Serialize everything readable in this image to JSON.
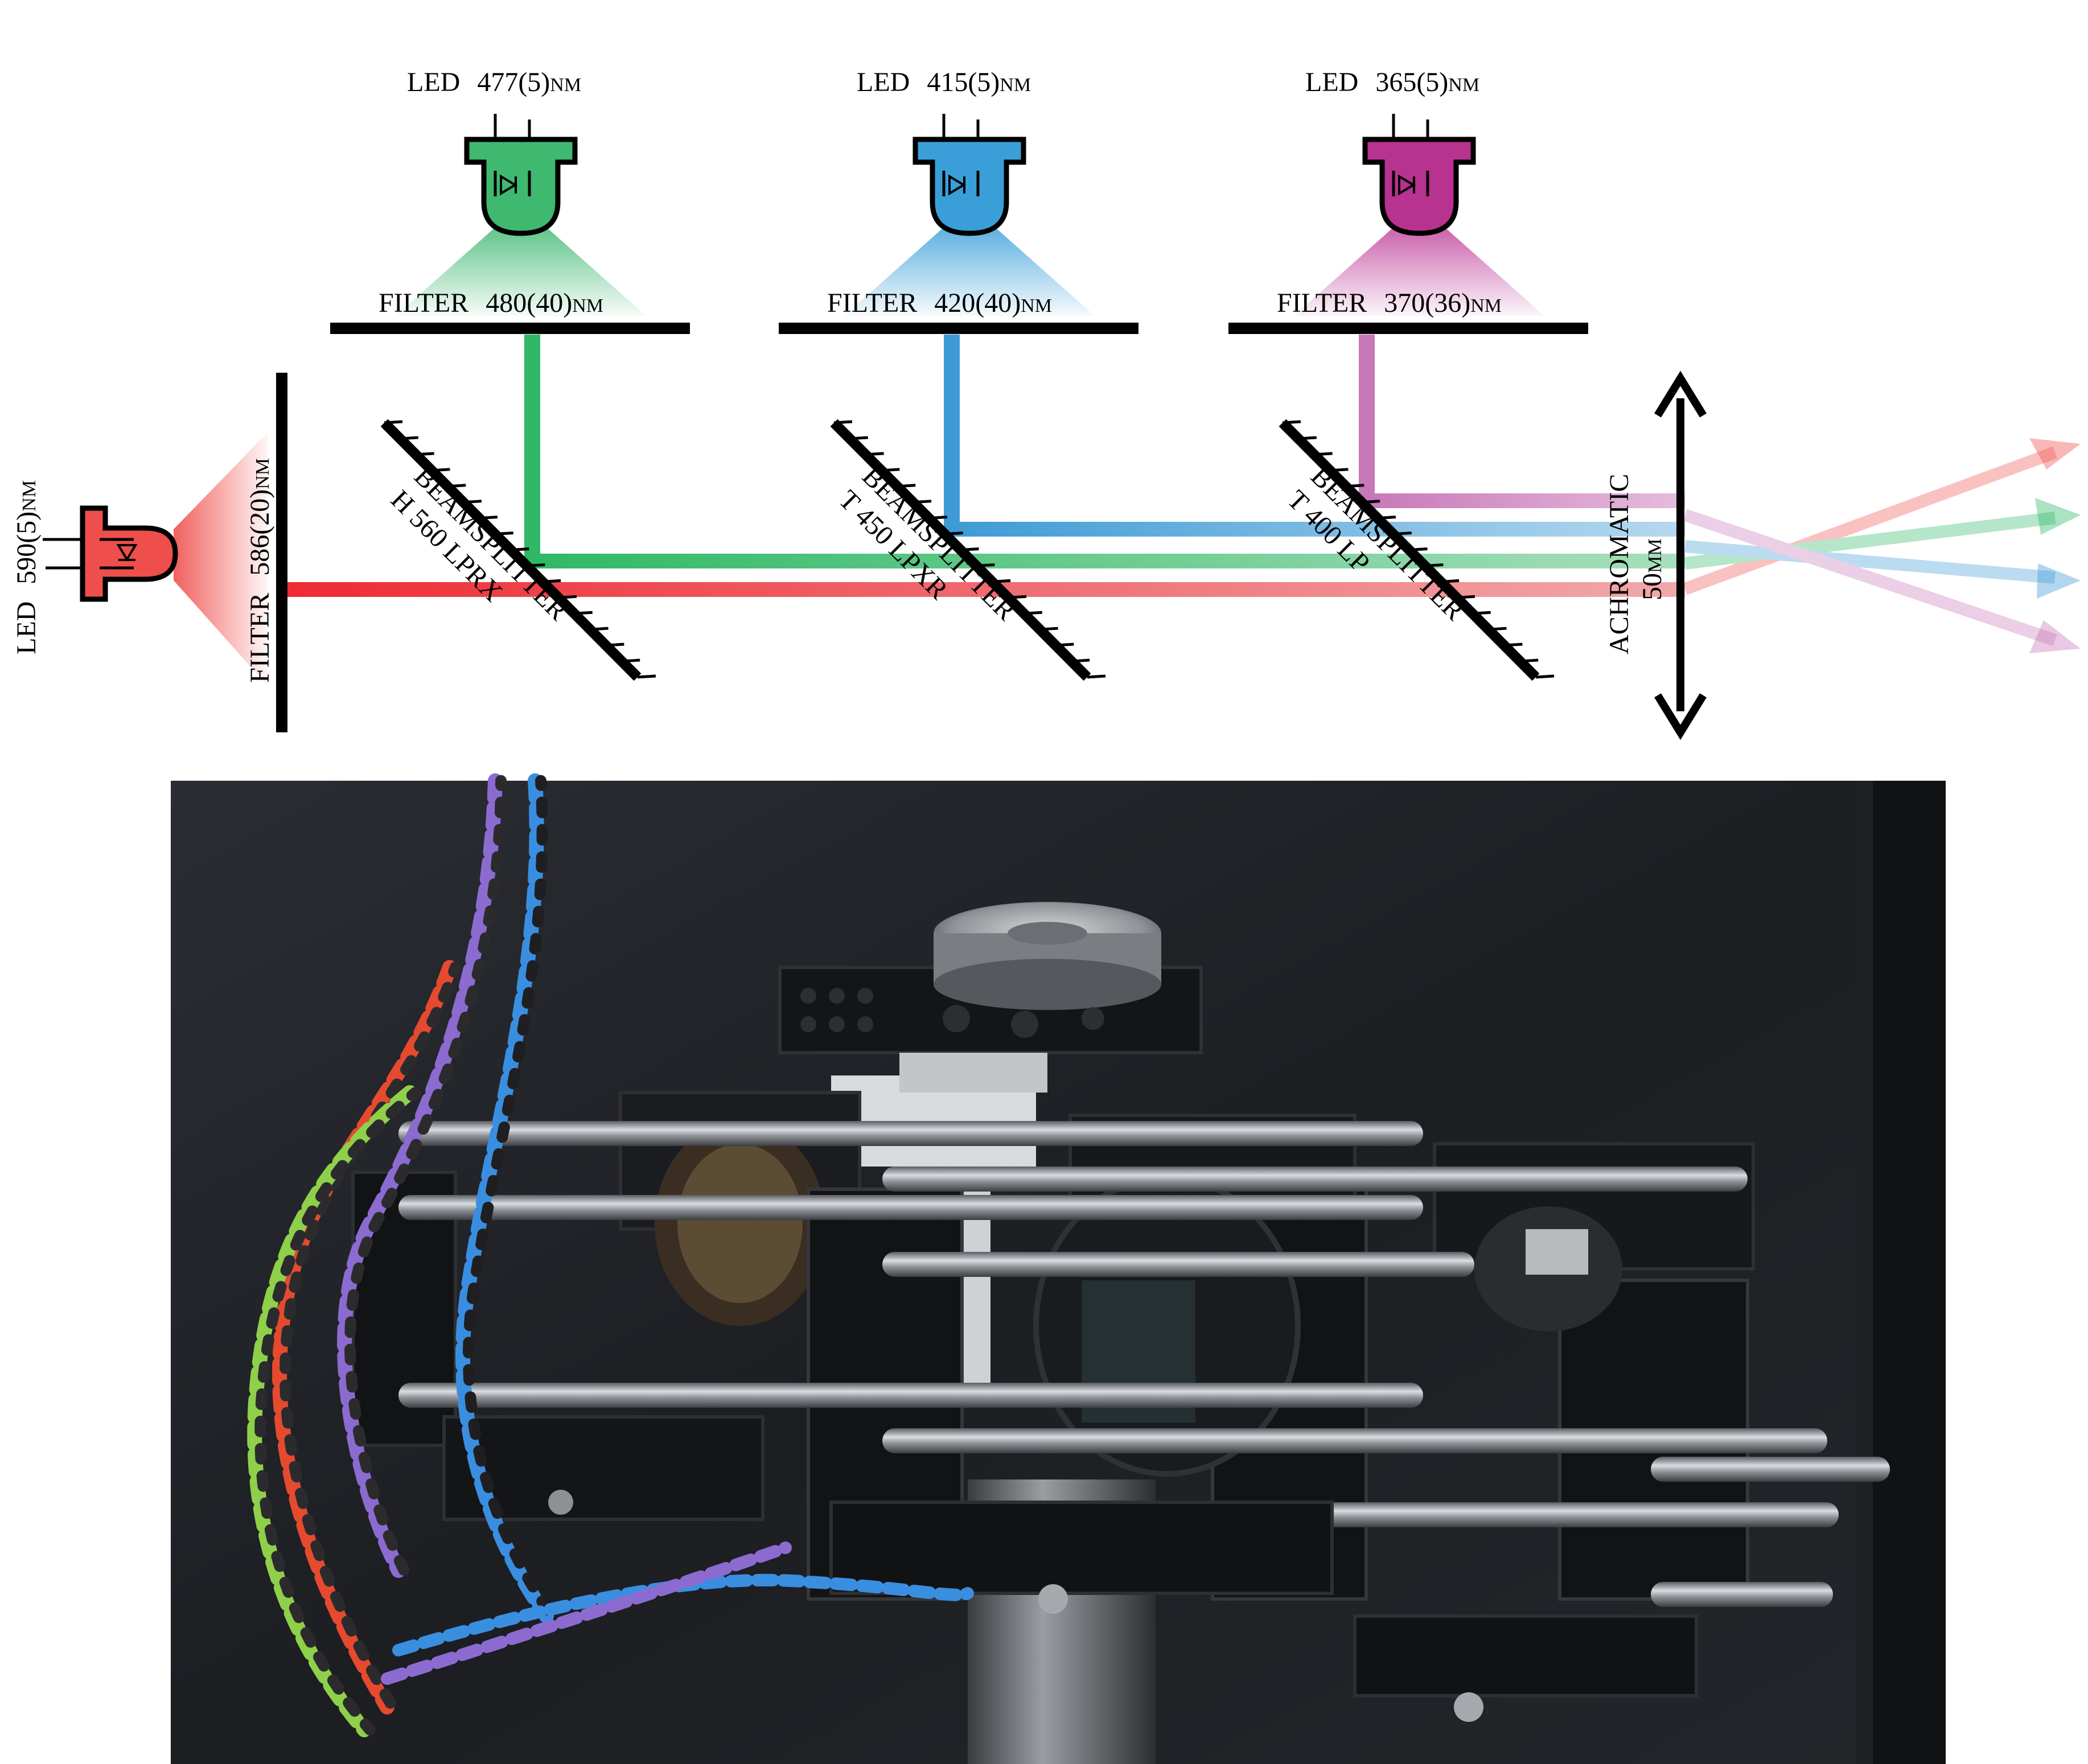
{
  "leds": [
    {
      "id": "green",
      "label": "LED",
      "wavelength": "477(5)nm",
      "color": "#3fb870"
    },
    {
      "id": "blue",
      "label": "LED",
      "wavelength": "415(5)nm",
      "color": "#3a9fd8"
    },
    {
      "id": "magenta",
      "label": "LED",
      "wavelength": "365(5)nm",
      "color": "#b8328f"
    },
    {
      "id": "red",
      "label": "LED",
      "wavelength": "590(5)nm",
      "color": "#ee4f4c"
    }
  ],
  "filters": [
    {
      "id": "green",
      "label": "FILTER",
      "band": "480(40)nm"
    },
    {
      "id": "blue",
      "label": "FILTER",
      "band": "420(40)nm"
    },
    {
      "id": "magenta",
      "label": "FILTER",
      "band": "370(36)nm"
    },
    {
      "id": "red",
      "label": "FILTER",
      "band": "586(20)nm"
    }
  ],
  "beamsplitters": [
    {
      "label": "BEAMSPLITTER",
      "model": "H 560 LPRX"
    },
    {
      "label": "BEAMSPLITTER",
      "model": "T 450 LPXR"
    },
    {
      "label": "BEAMSPLITTER",
      "model": "T 400 LP"
    }
  ],
  "lens": {
    "label": "ACHROMATIC",
    "focal": "50mm"
  },
  "beam_colors": {
    "red": "#ee2b33",
    "green": "#2fb866",
    "blue": "#3e9bd6",
    "magenta": "#c878b9"
  },
  "photo": {
    "description_icon": "optical-setup-photo"
  }
}
